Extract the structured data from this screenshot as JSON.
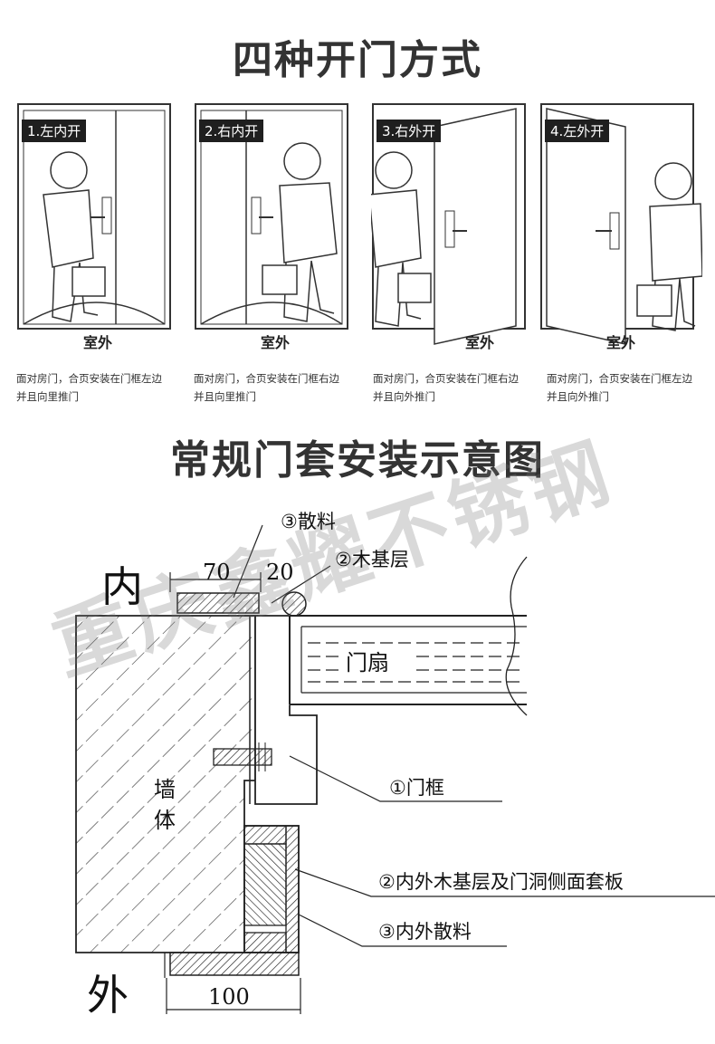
{
  "section1": {
    "title": "四种开门方式",
    "panels": [
      {
        "tag": "1.左内开",
        "outside": "室外",
        "desc_line1": "面对房门，合页安装在门框左边",
        "desc_line2": "并且向里推门"
      },
      {
        "tag": "2.右内开",
        "outside": "室外",
        "desc_line1": "面对房门，合页安装在门框右边",
        "desc_line2": "并且向里推门"
      },
      {
        "tag": "3.右外开",
        "outside": "室外",
        "desc_line1": "面对房门，合页安装在门框右边",
        "desc_line2": "并且向外推门"
      },
      {
        "tag": "4.左外开",
        "outside": "室外",
        "desc_line1": "面对房门，合页安装在门框左边",
        "desc_line2": "并且向外推门"
      }
    ]
  },
  "section2": {
    "title": "常规门套安装示意图",
    "inside": "内",
    "outside": "外",
    "dim_70": "70",
    "dim_20": "20",
    "dim_100": "100",
    "wall": "墙体",
    "door_leaf": "门扇",
    "callouts": {
      "top_trim": "③散料",
      "top_wood": "②木基层",
      "frame": "①门框",
      "side_board": "②内外木基层及门洞侧面套板",
      "side_trim": "③内外散料"
    },
    "watermark": "重庆鑫耀不锈钢"
  }
}
